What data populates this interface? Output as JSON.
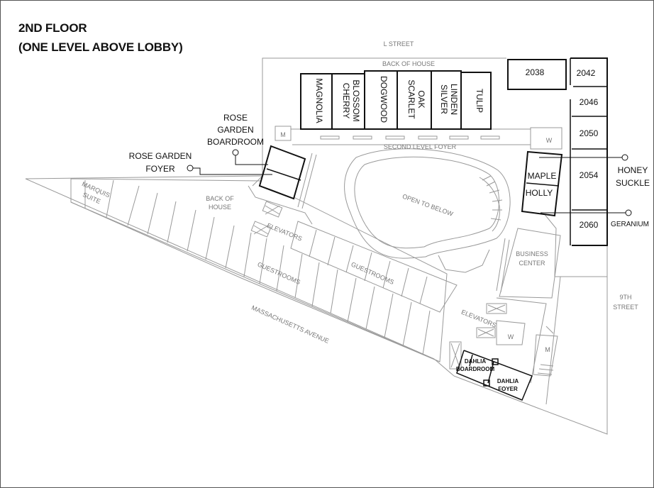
{
  "title": {
    "line1": "2ND FLOOR",
    "line2": "(ONE LEVEL ABOVE LOBBY)"
  },
  "streets": {
    "l_street": "L STREET",
    "ninth_street_line1": "9TH",
    "ninth_street_line2": "STREET",
    "massachusetts": "MASSACHUSETTS AVENUE"
  },
  "areas": {
    "back_of_house_top": "BACK OF HOUSE",
    "second_level_foyer": "SECOND LEVEL FOYER",
    "back_of_house_left_1": "BACK OF",
    "back_of_house_left_2": "HOUSE",
    "marquis_1": "MARQUIS",
    "marquis_2": "SUITE",
    "elevators_left": "ELEVATORS",
    "elevators_right": "ELEVATORS",
    "guestrooms_left": "GUESTROOMS",
    "guestrooms_center": "GUESTROOMS",
    "open_to_below": "OPEN TO BELOW",
    "business_center_1": "BUSINESS",
    "business_center_2": "CENTER",
    "restroom_m": "M",
    "restroom_w": "W"
  },
  "meeting_rooms": {
    "magnolia": "MAGNOLIA",
    "cherry_blossom_1": "CHERRY",
    "cherry_blossom_2": "BLOSSOM",
    "dogwood": "DOGWOOD",
    "scarlet_oak_1": "SCARLET",
    "scarlet_oak_2": "OAK",
    "silver_linden_1": "SILVER",
    "silver_linden_2": "LINDEN",
    "tulip": "TULIP",
    "r2038": "2038",
    "r2042": "2042",
    "r2046": "2046",
    "r2050": "2050",
    "r2054": "2054",
    "r2060": "2060",
    "maple": "MAPLE",
    "holly": "HOLLY",
    "dahlia_boardroom_1": "DAHLIA",
    "dahlia_boardroom_2": "BOARDROOM",
    "dahlia_foyer_1": "DAHLIA",
    "dahlia_foyer_2": "FOYER"
  },
  "callouts": {
    "rose_garden_boardroom_1": "ROSE",
    "rose_garden_boardroom_2": "GARDEN",
    "rose_garden_boardroom_3": "BOARDROOM",
    "rose_garden_foyer_1": "ROSE GARDEN",
    "rose_garden_foyer_2": "FOYER",
    "honey_suckle_1": "HONEY",
    "honey_suckle_2": "SUCKLE",
    "geranium": "GERANIUM"
  }
}
